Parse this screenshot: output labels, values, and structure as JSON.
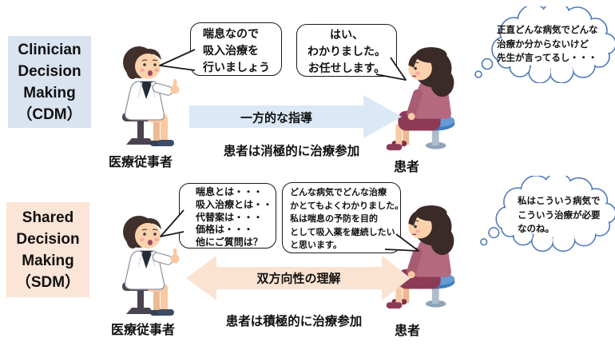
{
  "cdm": {
    "box_lines": [
      "Clinician",
      "Decision",
      "Making",
      "（CDM）"
    ],
    "doctor_bubble": [
      "喘息なので",
      "吸入治療を",
      "行いましょう"
    ],
    "patient_bubble": [
      "はい、",
      "わかりました。",
      "お任せします。"
    ],
    "thought_bubble": [
      "正直どんな病気でどんな",
      "治療か分からないけど",
      "先生が言ってるし・・・"
    ],
    "arrow_label": "一方的な指導",
    "caption": "患者は消極的に治療参加",
    "doctor_role": "医療従事者",
    "patient_role": "患者"
  },
  "sdm": {
    "box_lines": [
      "Shared",
      "Decision",
      "Making",
      "（SDM）"
    ],
    "doctor_bubble": [
      "喘息とは・・・",
      "吸入治療とは・・",
      "代替案は・・・",
      "価格は・・・",
      "他にご質問は？"
    ],
    "patient_bubble": [
      "どんな病気でどんな治療",
      "かとてもよくわかりました。",
      "私は喘息の予防を目的",
      "として吸入薬を継続したい",
      "と思います。"
    ],
    "thought_bubble": [
      "私はこういう病気で",
      "こういう治療が必要",
      "なのね。"
    ],
    "arrow_label": "双方向性の理解",
    "caption": "患者は積極的に治療参加",
    "doctor_role": "医療従事者",
    "patient_role": "患者"
  },
  "colors": {
    "cdm_box_bg": "#dae3f0",
    "sdm_box_bg": "#fae5d7",
    "cdm_arrow_fill": "#dbe8f6",
    "sdm_arrow_fill": "#fbe3d2",
    "thought_outline": "#4d79b8",
    "speech_outline": "#1a1a1a"
  }
}
